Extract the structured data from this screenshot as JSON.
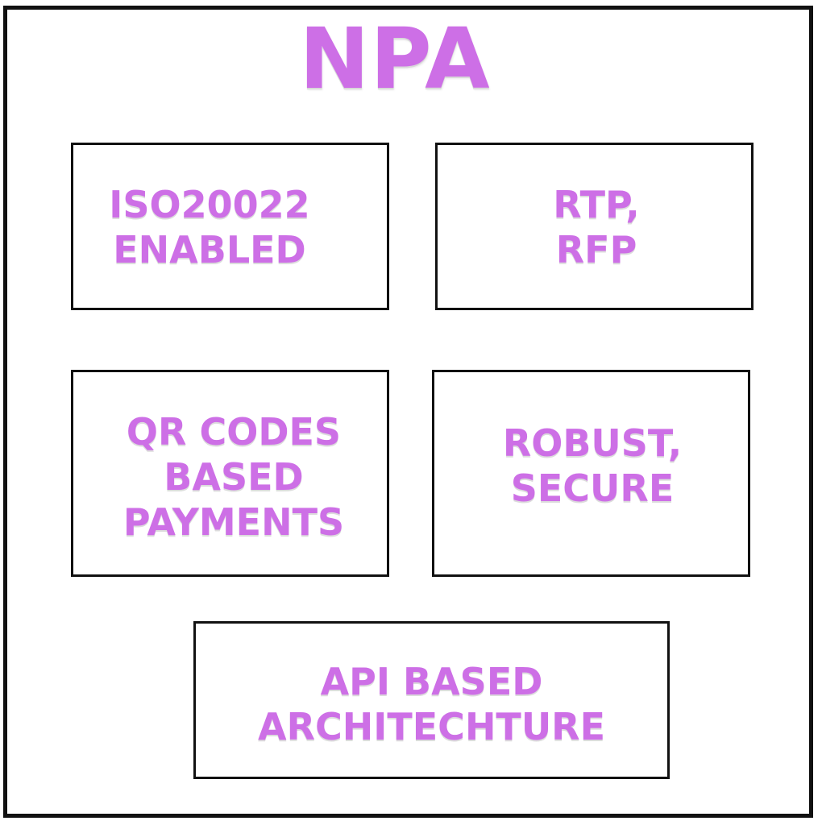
{
  "title": "NPA",
  "accent_color": "#cd6fe6",
  "border_color": "#111111",
  "boxes": [
    {
      "lines": [
        "ISO20022",
        "ENABLED"
      ]
    },
    {
      "lines": [
        "RTP,",
        "RFP"
      ]
    },
    {
      "lines": [
        "QR CODES",
        "BASED",
        "PAYMENTS"
      ]
    },
    {
      "lines": [
        "ROBUST,",
        "SECURE"
      ]
    },
    {
      "lines": [
        "API BASED",
        "ARCHITECHTURE"
      ]
    }
  ]
}
